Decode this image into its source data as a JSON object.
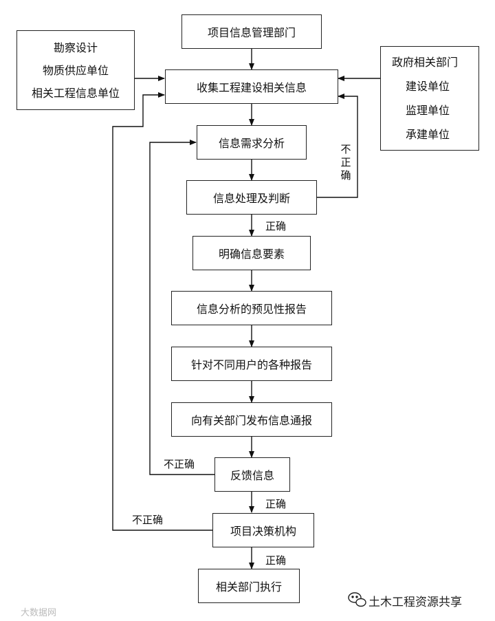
{
  "boxes": {
    "dept": "项目信息管理部门",
    "collect": "收集工程建设相关信息",
    "demand": "信息需求分析",
    "process": "信息处理及判断",
    "elements": "明确信息要素",
    "forecast": "信息分析的预见性报告",
    "reports": "针对不同用户的各种报告",
    "publish": "向有关部门发布信息通报",
    "feedback": "反馈信息",
    "decision": "项目决策机构",
    "execute": "相关部门执行"
  },
  "left_sources": [
    "勘察设计",
    "物质供应单位",
    "相关工程信息单位"
  ],
  "right_sources": [
    "政府相关部门",
    "建设单位",
    "监理单位",
    "承建单位"
  ],
  "labels": {
    "correct_1": "正确",
    "correct_2": "正确",
    "correct_3": "正确",
    "incorrect_vertical": [
      "不",
      "正",
      "确"
    ],
    "incorrect_feedback": "不正确",
    "incorrect_decision": "不正确"
  },
  "watermark": {
    "brand": "土木工程资源共享",
    "corner": "大数据网"
  }
}
